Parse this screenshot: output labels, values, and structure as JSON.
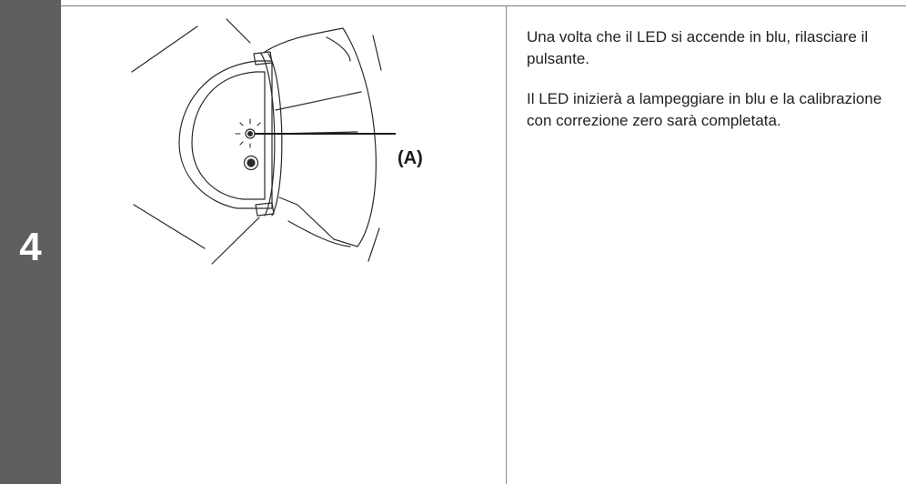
{
  "step": {
    "number": "4"
  },
  "illustration": {
    "callout_label": "(A)"
  },
  "instructions": {
    "paragraph_1": "Una volta che il LED si accende in blu, rilasciare il pulsante.",
    "paragraph_2": "Il LED inizierà a lampeggiare in blu e la calibrazione con correzione zero sarà completata."
  },
  "colors": {
    "step_bar": "#5f5f5f",
    "step_number_text": "#ffffff",
    "body_text": "#222222"
  }
}
